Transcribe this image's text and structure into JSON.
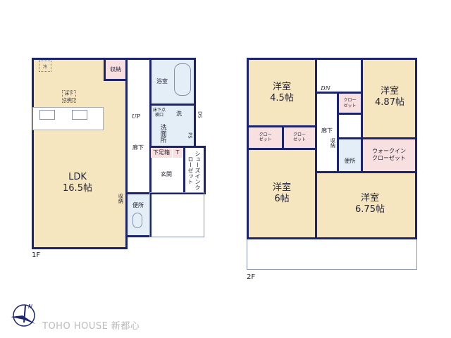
{
  "floor1": {
    "label": "1F",
    "ldk": {
      "name": "LDK",
      "size": "16.5帖"
    },
    "fridge": "冷",
    "inspection_hatch": "床下\n点検口",
    "storage": "収納",
    "bath": "浴室",
    "washroom": "洗面所",
    "washer": "洗",
    "inspection_hatch2": "床下点検口",
    "ds": "DS",
    "ps": "PS",
    "up": "UP",
    "hallway": "廊下",
    "shoe_box": "下足箱",
    "t": "T",
    "shoe_closet": "シューズインクローゼット",
    "entrance": "玄関",
    "hall_storage": "収納",
    "toilet": "便所"
  },
  "floor2": {
    "label": "2F",
    "room_a": {
      "name": "洋室",
      "size": "4.5帖"
    },
    "room_b": {
      "name": "洋室",
      "size": "4.87帖"
    },
    "room_c": {
      "name": "洋室",
      "size": "6帖"
    },
    "room_d": {
      "name": "洋室",
      "size": "6.75帖"
    },
    "closet": "クロー\nゼット",
    "dn": "DN",
    "hallway": "廊下",
    "hall_storage": "収納",
    "toilet": "便所",
    "walk_in": "ウォークイン\nクローゼット"
  },
  "brand": "TOHO HOUSE 新都心",
  "colors": {
    "wall": "#1c2470",
    "room": "#f6e6c0",
    "closet": "#f9e0e0",
    "wet": "#e4eef7"
  }
}
